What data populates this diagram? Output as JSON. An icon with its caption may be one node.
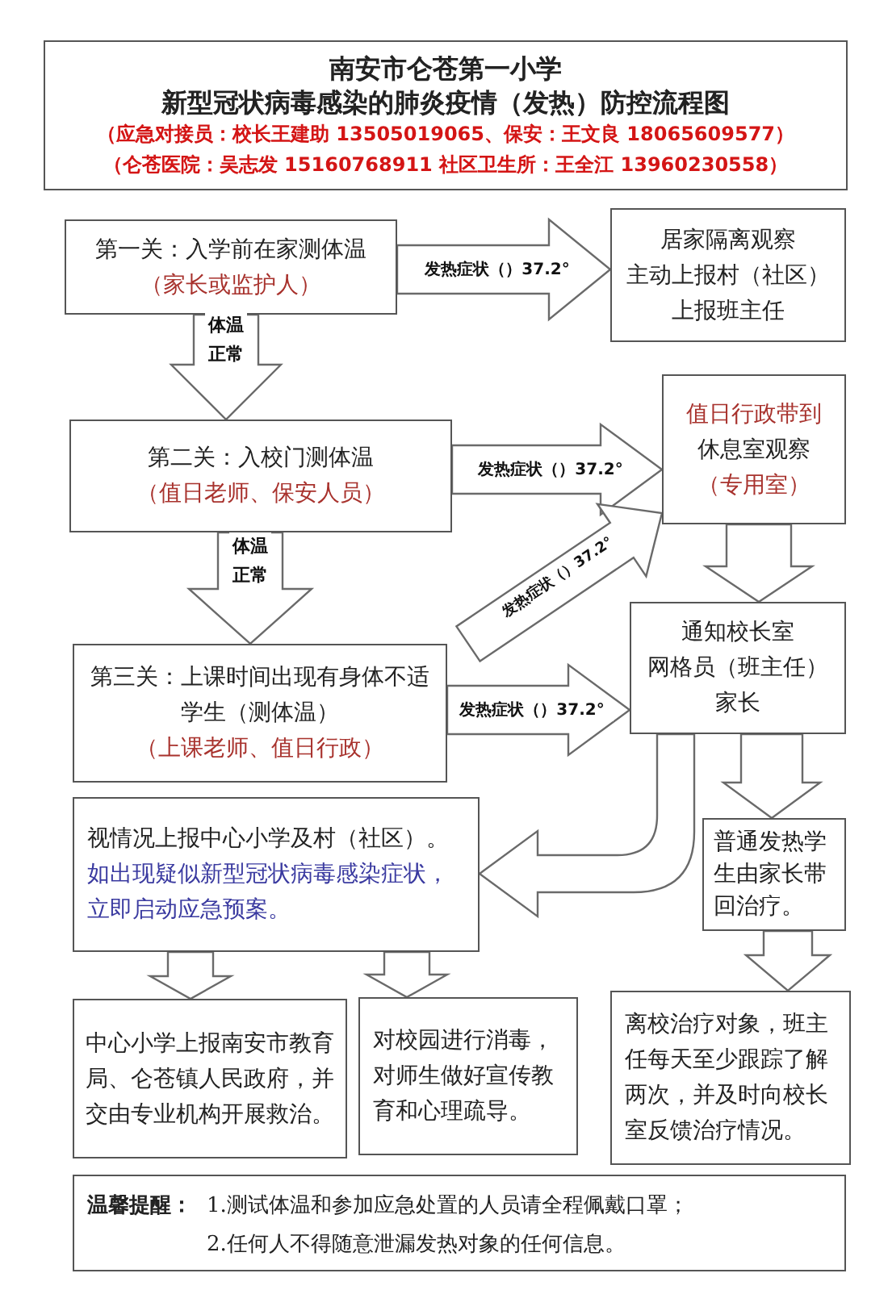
{
  "diagram": {
    "nodes": [
      {
        "text": [
          "南安市仑苍第一小学",
          "新型冠状病毒感染的肺炎疫情（发热）防控流程图",
          "（应急对接员：校长王建助 13505019065、保安：王文良 18065609577）",
          "（仑苍医院：吴志发 15160768911 社区卫生所：王全江 13960230558）"
        ]
      },
      {
        "text": [
          "第一关：入学前在家测体温",
          "（家长或监护人）"
        ]
      },
      {
        "text": [
          "居家隔离观察",
          "主动上报村（社区）",
          "上报班主任"
        ]
      },
      {
        "text": [
          "第二关：入校门测体温",
          "（值日老师、保安人员）"
        ]
      },
      {
        "text": [
          "值日行政带到",
          "休息室观察",
          "（专用室）"
        ]
      },
      {
        "text": [
          "第三关：上课时间出现有身体不适学生（测体温）",
          "（上课老师、值日行政）"
        ]
      },
      {
        "text": [
          "通知校长室",
          "网格员（班主任）",
          "家长"
        ]
      },
      {
        "text": [
          "视情况上报中心小学及村（社区）。",
          "如出现疑似新型冠状病毒感染症状，立即启动应急预案。"
        ]
      },
      {
        "text": [
          "普通发热学生由家长带回治疗。"
        ]
      },
      {
        "text": [
          "中心小学上报南安市教育局、仑苍镇人民政府，并交由专业机构开展救治。"
        ]
      },
      {
        "text": [
          "对校园进行消毒，对师生做好宣传教育和心理疏导。"
        ]
      },
      {
        "text": [
          "离校治疗对象，班主任每天至少跟踪了解两次，并及时向校长室反馈治疗情况。"
        ]
      },
      {
        "text": [
          "温馨提醒：",
          "1.测试体温和参加应急处置的人员请全程佩戴口罩；",
          "2.任何人不得随意泄漏发热对象的任何信息。"
        ]
      }
    ],
    "edges": [
      {
        "from": 1,
        "to": 2,
        "arrow": "to",
        "label": "发热症状（）37.2°"
      },
      {
        "from": 1,
        "to": 3,
        "arrow": "to",
        "label": "体温正常"
      },
      {
        "from": 3,
        "to": 4,
        "arrow": "to",
        "label": "发热症状（）37.2°"
      },
      {
        "from": 3,
        "to": 5,
        "arrow": "to",
        "label": "体温正常"
      },
      {
        "from": 5,
        "to": 4,
        "arrow": "to",
        "label": "发热症状（）37.2°"
      },
      {
        "from": 5,
        "to": 6,
        "arrow": "to",
        "label": "发热症状（）37.2°"
      },
      {
        "from": 4,
        "to": 6,
        "arrow": "to"
      },
      {
        "from": 6,
        "to": 7,
        "arrow": "to"
      },
      {
        "from": 6,
        "to": 8,
        "arrow": "to"
      },
      {
        "from": 7,
        "to": 9,
        "arrow": "to"
      },
      {
        "from": 7,
        "to": 10,
        "arrow": "to"
      },
      {
        "from": 8,
        "to": 11,
        "arrow": "to"
      }
    ]
  }
}
